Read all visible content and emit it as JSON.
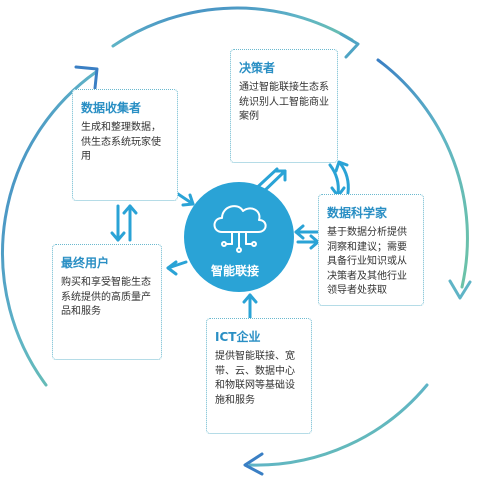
{
  "hub": {
    "label": "智能联接",
    "icon": "cloud-network-icon",
    "color": "#2aa3d6"
  },
  "nodes": {
    "decision": {
      "title": "决策者",
      "body": "通过智能联接生态系统识别人工智能商业案例"
    },
    "collector": {
      "title": "数据收集者",
      "body": "生成和整理数据，供生态系统玩家使用"
    },
    "scientist": {
      "title": "数据科学家",
      "body": "基于数据分析提供洞察和建议；需要具备行业知识或从决策者及其他行业领导者处获取"
    },
    "enduser": {
      "title": "最终用户",
      "body": "购买和享受智能生态系统提供的高质量产品和服务"
    },
    "ict": {
      "title": "ICT企业",
      "body": "提供智能联接、宽带、云、数据中心和物联网等基础设施和服务"
    }
  },
  "colors": {
    "accent": "#2a8fc4",
    "ring_blue": "#3a7fc4",
    "ring_green": "#6cc3a6",
    "border": "#6bb9cf"
  }
}
